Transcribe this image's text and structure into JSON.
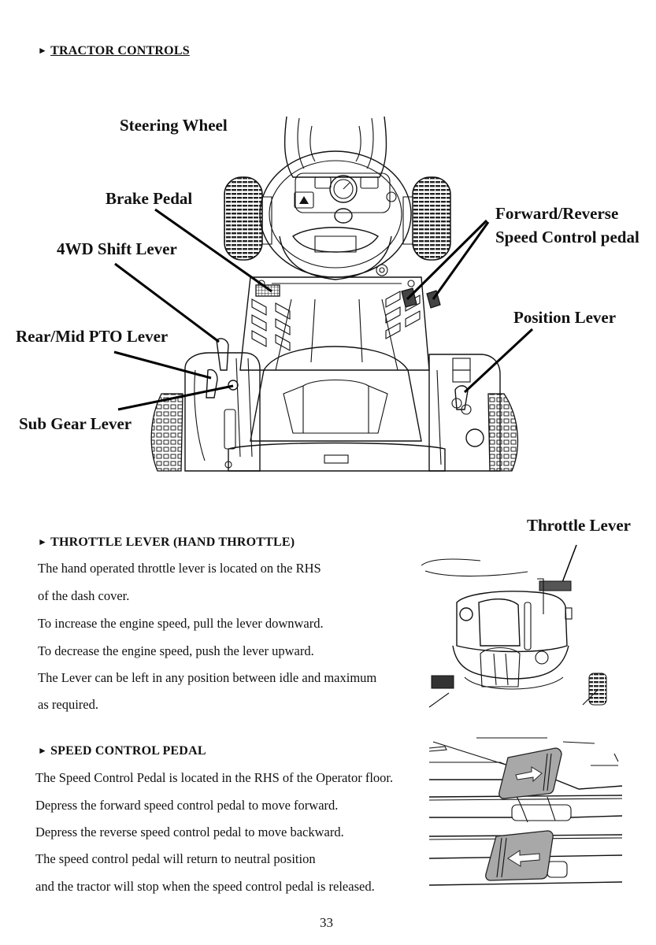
{
  "page": {
    "section_title": "TRACTOR CONTROLS",
    "page_number": "33",
    "bullet_icon": "right-pointer-triangle"
  },
  "diagram": {
    "labels": {
      "steering_wheel": "Steering Wheel",
      "brake_pedal": "Brake Pedal",
      "shift_4wd": "4WD Shift Lever",
      "pto_lever": "Rear/Mid PTO Lever",
      "sub_gear": "Sub Gear Lever",
      "fwd_rev_line1": "Forward/Reverse",
      "fwd_rev_line2": "Speed Control pedal",
      "position_lever": "Position Lever"
    }
  },
  "throttle": {
    "heading": "THROTTLE LEVER (HAND THROTTLE)",
    "figure_label": "Throttle Lever",
    "lines": [
      "The hand operated throttle lever is located on the RHS",
      "of the dash cover.",
      "To increase the engine speed, pull the lever downward.",
      "To decrease the engine speed, push the lever upward.",
      "The Lever can be left in any position between idle and maximum",
      "as required."
    ]
  },
  "speed_pedal": {
    "heading": "SPEED CONTROL PEDAL",
    "lines": [
      "The Speed Control Pedal is located in the RHS of the Operator floor.",
      "Depress the forward speed control pedal to move forward.",
      "Depress the reverse speed control pedal to move backward.",
      "The speed control pedal will return to neutral position",
      "and the tractor will stop when the speed control pedal is released."
    ]
  }
}
